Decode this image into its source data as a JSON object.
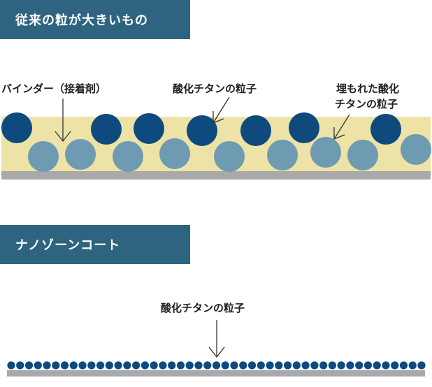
{
  "conventional": {
    "header": "従来の粒が大きいもの",
    "label_binder": "バインダー（接着剤）",
    "label_particle": "酸化チタンの粒子",
    "label_embedded_line1": "埋もれた酸化",
    "label_embedded_line2": "チタンの粒子"
  },
  "nanozone": {
    "header": "ナノゾーンコート",
    "label_particle": "酸化チタンの粒子"
  },
  "colors": {
    "header_bg": "#2e6480",
    "binder_fill": "#ede3a6",
    "dark_particle": "#0f4a7f",
    "light_particle": "#6e9bb1",
    "substrate": "#a9a9a9"
  }
}
